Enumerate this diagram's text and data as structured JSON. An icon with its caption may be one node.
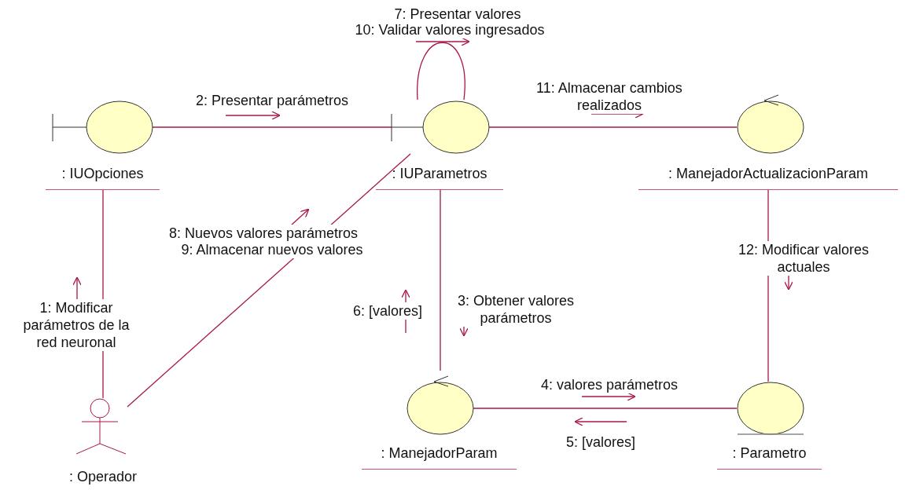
{
  "diagram": {
    "nodes": [
      {
        "text": [
          ": IUOpciones"
        ]
      },
      {
        "text": [
          ": IUParametros"
        ]
      },
      {
        "text": [
          ": ManejadorActualizacionParam"
        ]
      },
      {
        "text": [
          ": Operador"
        ]
      },
      {
        "text": [
          ": ManejadorParam"
        ]
      },
      {
        "text": [
          ": Parametro"
        ]
      }
    ],
    "edges": [
      {
        "from": 0,
        "to": 1,
        "arrow": "none",
        "label": "2: Presentar parámetros"
      },
      {
        "from": 1,
        "to": 1,
        "arrow": "none",
        "label": "7: Presentar valores"
      },
      {
        "from": 1,
        "to": 2,
        "arrow": "none",
        "label": "11: Almacenar cambios realizados"
      },
      {
        "from": 0,
        "to": 3,
        "arrow": "none",
        "label": "1: Modificar parámetros de la red neuronal"
      },
      {
        "from": 3,
        "to": 1,
        "arrow": "none",
        "label": "8: Nuevos valores parámetros"
      },
      {
        "from": 1,
        "to": 4,
        "arrow": "none",
        "label": "3: Obtener valores parámetros"
      },
      {
        "from": 4,
        "to": 5,
        "arrow": "none",
        "label": "4: valores parámetros"
      },
      {
        "from": 2,
        "to": 5,
        "arrow": "none",
        "label": "12: Modificar valores actuales"
      }
    ],
    "labels": [
      "10: Validar valores ingresados",
      "9: Almacenar nuevos valores",
      "6: [valores]",
      "5: [valores]"
    ]
  }
}
